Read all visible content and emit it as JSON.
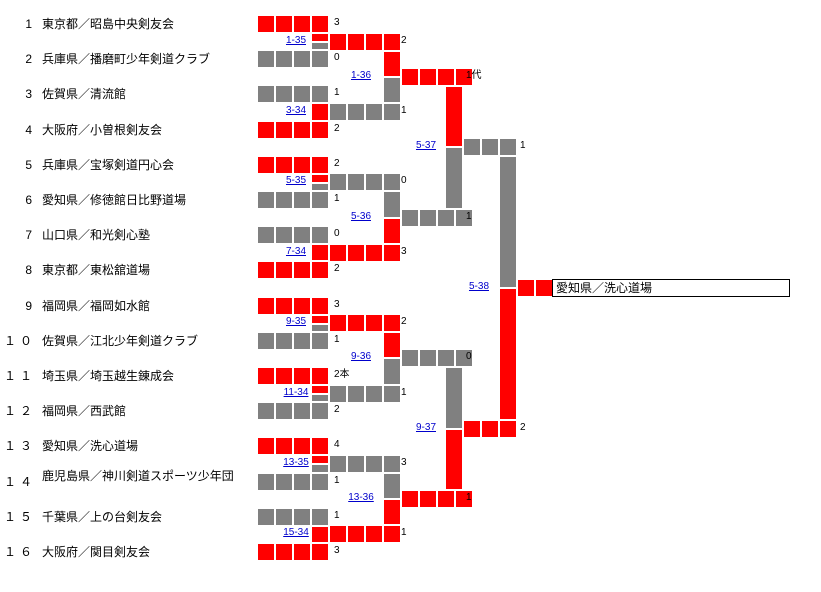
{
  "teams": [
    {
      "no": "1",
      "name": "東京都／昭島中央剣友会",
      "score": "3"
    },
    {
      "no": "2",
      "name": "兵庫県／播磨町少年剣道クラブ",
      "score": "0"
    },
    {
      "no": "3",
      "name": "佐賀県／清流館",
      "score": "1"
    },
    {
      "no": "4",
      "name": "大阪府／小曽根剣友会",
      "score": "2"
    },
    {
      "no": "5",
      "name": "兵庫県／宝塚剣道円心会",
      "score": "2"
    },
    {
      "no": "6",
      "name": "愛知県／修徳館日比野道場",
      "score": "1"
    },
    {
      "no": "7",
      "name": "山口県／和光剣心塾",
      "score": "0"
    },
    {
      "no": "8",
      "name": "東京都／東松舘道場",
      "score": "2"
    },
    {
      "no": "9",
      "name": "福岡県／福岡如水館",
      "score": "3"
    },
    {
      "no": "１０",
      "name": "佐賀県／江北少年剣道クラブ",
      "score": "1"
    },
    {
      "no": "１１",
      "name": "埼玉県／埼玉越生錬成会",
      "score": "2本"
    },
    {
      "no": "１２",
      "name": "福岡県／西武館",
      "score": "2"
    },
    {
      "no": "１３",
      "name": "愛知県／洗心道場",
      "score": "4"
    },
    {
      "no": "１４",
      "name": "鹿児島県／神川剣道スポーツ少年団",
      "score": "1"
    },
    {
      "no": "１５",
      "name": "千葉県／上の台剣友会",
      "score": "1"
    },
    {
      "no": "１６",
      "name": "大阪府／関目剣友会",
      "score": "3"
    }
  ],
  "round1": [
    {
      "link": "1-35",
      "winner": 0
    },
    {
      "link": "3-34",
      "winner": 1
    },
    {
      "link": "5-35",
      "winner": 0
    },
    {
      "link": "7-34",
      "winner": 1
    },
    {
      "link": "9-35",
      "winner": 0
    },
    {
      "link": "11-34",
      "winner": 0
    },
    {
      "link": "13-35",
      "winner": 0
    },
    {
      "link": "15-34",
      "winner": 1
    }
  ],
  "round2": [
    {
      "link": "1-36",
      "scores": [
        "2",
        "1"
      ],
      "winner": 0
    },
    {
      "link": "5-36",
      "scores": [
        "0",
        "3"
      ],
      "winner": 1
    },
    {
      "link": "9-36",
      "scores": [
        "2",
        "1"
      ],
      "winner": 0
    },
    {
      "link": "13-36",
      "scores": [
        "3",
        "1"
      ],
      "winner": 1
    }
  ],
  "round3": [
    {
      "link": "5-37",
      "scores": [
        "1代",
        "1"
      ],
      "winner": 0
    },
    {
      "link": "9-37",
      "scores": [
        "0",
        "1"
      ],
      "winner": 1
    }
  ],
  "final": {
    "link": "5-38",
    "scores": [
      "1",
      "2"
    ],
    "winner": 1
  },
  "champion": "愛知県／洗心道場"
}
